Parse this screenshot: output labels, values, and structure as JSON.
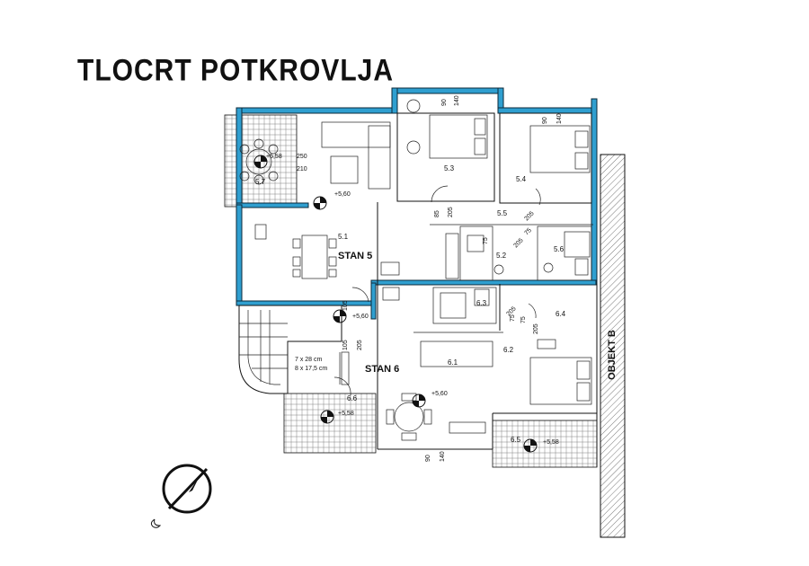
{
  "title": "TLOCRT POTKROVLJA",
  "apartments": {
    "stan5": "STAN 5",
    "stan6": "STAN 6"
  },
  "rooms": {
    "r51": "5.1",
    "r52": "5.2",
    "r53": "5.3",
    "r54": "5.4",
    "r55": "5.5",
    "r56": "5.6",
    "r57": "5.7",
    "r61": "6.1",
    "r62": "6.2",
    "r63": "6.3",
    "r64": "6.4",
    "r65": "6.5",
    "r66": "6.6"
  },
  "levels": {
    "l560a": "+5,60",
    "l560b": "+5,60",
    "l560c": "+5,60",
    "l558a": "+5,58",
    "l558b": "+5,58",
    "l558c": "+5,58"
  },
  "dimensions": {
    "d90a": "90",
    "d140a": "140",
    "d90b": "90",
    "d140b": "140",
    "d90c": "90",
    "d140c": "140",
    "d250": "250",
    "d210": "210",
    "d85": "85",
    "d205a": "205",
    "d205b": "205",
    "d75a": "75",
    "d205c": "205",
    "d75b": "75",
    "d205d": "205",
    "d75c": "75",
    "d105a": "105",
    "d105b": "105",
    "d205e": "205",
    "d75d": "75",
    "d205f": "205"
  },
  "stairs": {
    "line1": "7 x 28 cm",
    "line2": "8 x 17,5 cm"
  },
  "neighbor": "OBJEKT B",
  "colors": {
    "wall": "#2f9fd0",
    "line": "#111111"
  },
  "icons": {
    "compass": "north-arrow-icon"
  }
}
